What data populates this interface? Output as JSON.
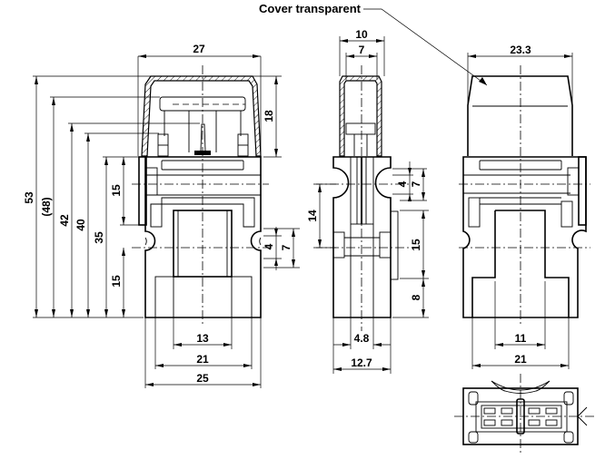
{
  "drawing": {
    "title_note": "Cover transparent",
    "front_view": {
      "dims": {
        "overall_width_top": "27",
        "cover_height": "18",
        "height_53": "53",
        "height_48": "(48)",
        "height_42": "42",
        "height_40": "40",
        "height_35": "35",
        "upper_15": "15",
        "lower_15": "15",
        "notch_4": "4",
        "notch_7": "7",
        "bottom_13": "13",
        "bottom_21": "21",
        "bottom_25": "25"
      }
    },
    "side_view": {
      "dims": {
        "top_10": "10",
        "top_7": "7",
        "left_14": "14",
        "notch_4": "4",
        "notch_7": "7",
        "right_15": "15",
        "right_8": "8",
        "bottom_4_8": "4.8",
        "bottom_12_7": "12.7"
      }
    },
    "rear_view": {
      "dims": {
        "top_23_3": "23.3",
        "bottom_11": "11",
        "bottom_21": "21"
      }
    }
  }
}
